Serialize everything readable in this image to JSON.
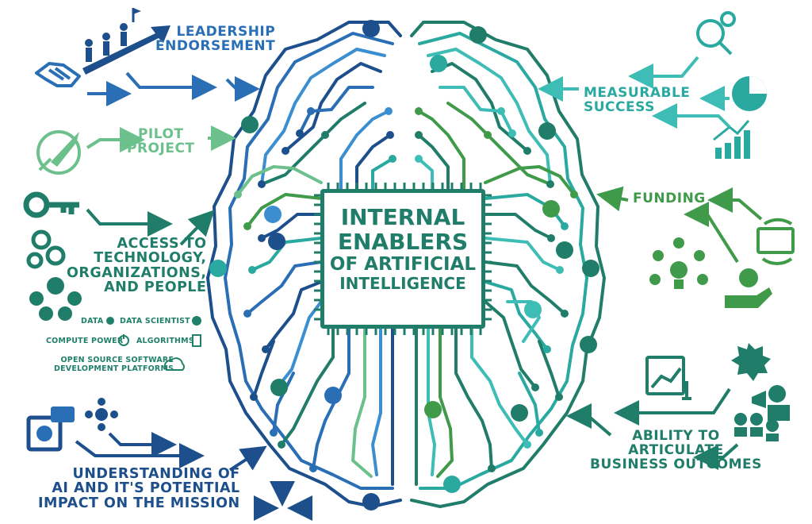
{
  "title_lines": [
    "INTERNAL",
    "ENABLERS",
    "OF ARTIFICIAL",
    "INTELLIGENCE"
  ],
  "labels": {
    "leadership": [
      "LEADERSHIP",
      "ENDORSEMENT"
    ],
    "pilot": [
      "PILOT",
      "PROJECT"
    ],
    "access": [
      "ACCESS TO",
      "TECHNOLOGY,",
      "ORGANIZATIONS,",
      "AND PEOPLE"
    ],
    "understanding": [
      "UNDERSTANDING OF",
      "AI AND IT'S POTENTIAL",
      "IMPACT ON THE MISSION"
    ],
    "measurable": [
      "MEASURABLE",
      "SUCCESS"
    ],
    "funding": [
      "FUNDING"
    ],
    "articulate": [
      "ABILITY TO",
      "ARTICULATE",
      "BUSINESS OUTCOMES"
    ]
  },
  "sub_items": {
    "data": "DATA",
    "data_scientist": "DATA SCIENTIST",
    "compute_power": "COMPUTE POWER",
    "algorithms": "ALGORITHMS",
    "open_source_software": [
      "OPEN SOURCE  SOFTWARE",
      "DEVELOPMENT PLATFORMS"
    ]
  },
  "colors": {
    "dark_blue": "#1d4f8c",
    "mid_blue": "#2a6fb5",
    "light_blue": "#3b8fd0",
    "teal": "#2aa9a0",
    "dark_teal": "#1f7d6a",
    "green": "#3f9a4a",
    "light_green": "#6cc08c",
    "aqua": "#3dbdb5"
  },
  "icons": [
    "handshake-icon",
    "climbing-people-icon",
    "rocket-icon",
    "key-icon",
    "gears-icon",
    "people-network-icon",
    "ai-chip-icon",
    "network-hub-icon",
    "magnifier-chart-icon",
    "pie-chart-icon",
    "bar-chart-icon",
    "money-cycle-icon",
    "lightbulb-dollar-icon",
    "hand-coin-icon",
    "presentation-icon",
    "alert-icon",
    "speaker-audience-icon"
  ]
}
